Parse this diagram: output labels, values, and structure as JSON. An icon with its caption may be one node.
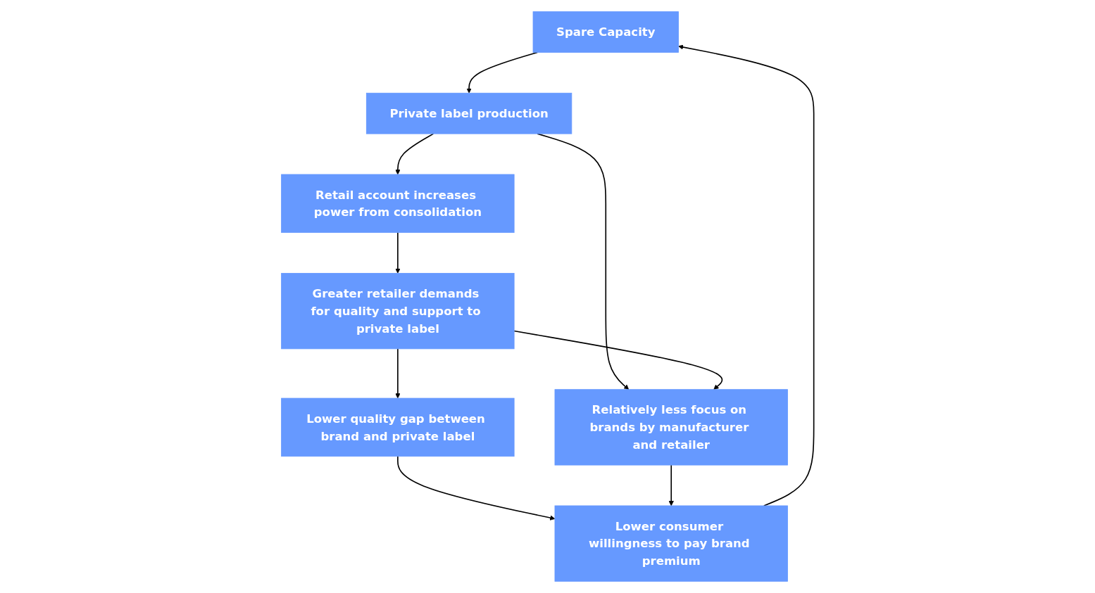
{
  "diagram": {
    "nodes": [
      {
        "text": [
          "Spare Capacity"
        ]
      },
      {
        "text": [
          "Lower consumer willingness to pay brand premium"
        ]
      },
      {
        "text": [
          "Private label production"
        ]
      },
      {
        "text": [
          "Relatively less focus on brands by manufacturer and retailer"
        ]
      },
      {
        "text": [
          "Lower quality gap between brand and private label"
        ]
      },
      {
        "text": [
          "Retail account increases power from consolidation"
        ]
      },
      {
        "text": [
          "Greater retailer demands for quality and support to private label"
        ]
      }
    ],
    "edges": [
      {
        "from": 1,
        "to": 0,
        "arrow": "to"
      },
      {
        "from": 0,
        "to": 2,
        "arrow": "to"
      },
      {
        "from": 2,
        "to": 3,
        "arrow": "to"
      },
      {
        "from": 2,
        "to": 5,
        "arrow": "to"
      },
      {
        "from": 5,
        "to": 6,
        "arrow": "to"
      },
      {
        "from": 6,
        "to": 4,
        "arrow": "to"
      },
      {
        "from": 6,
        "to": 3,
        "arrow": "to"
      },
      {
        "from": 4,
        "to": 1,
        "arrow": "to"
      },
      {
        "from": 3,
        "to": 1,
        "arrow": "to"
      }
    ]
  }
}
